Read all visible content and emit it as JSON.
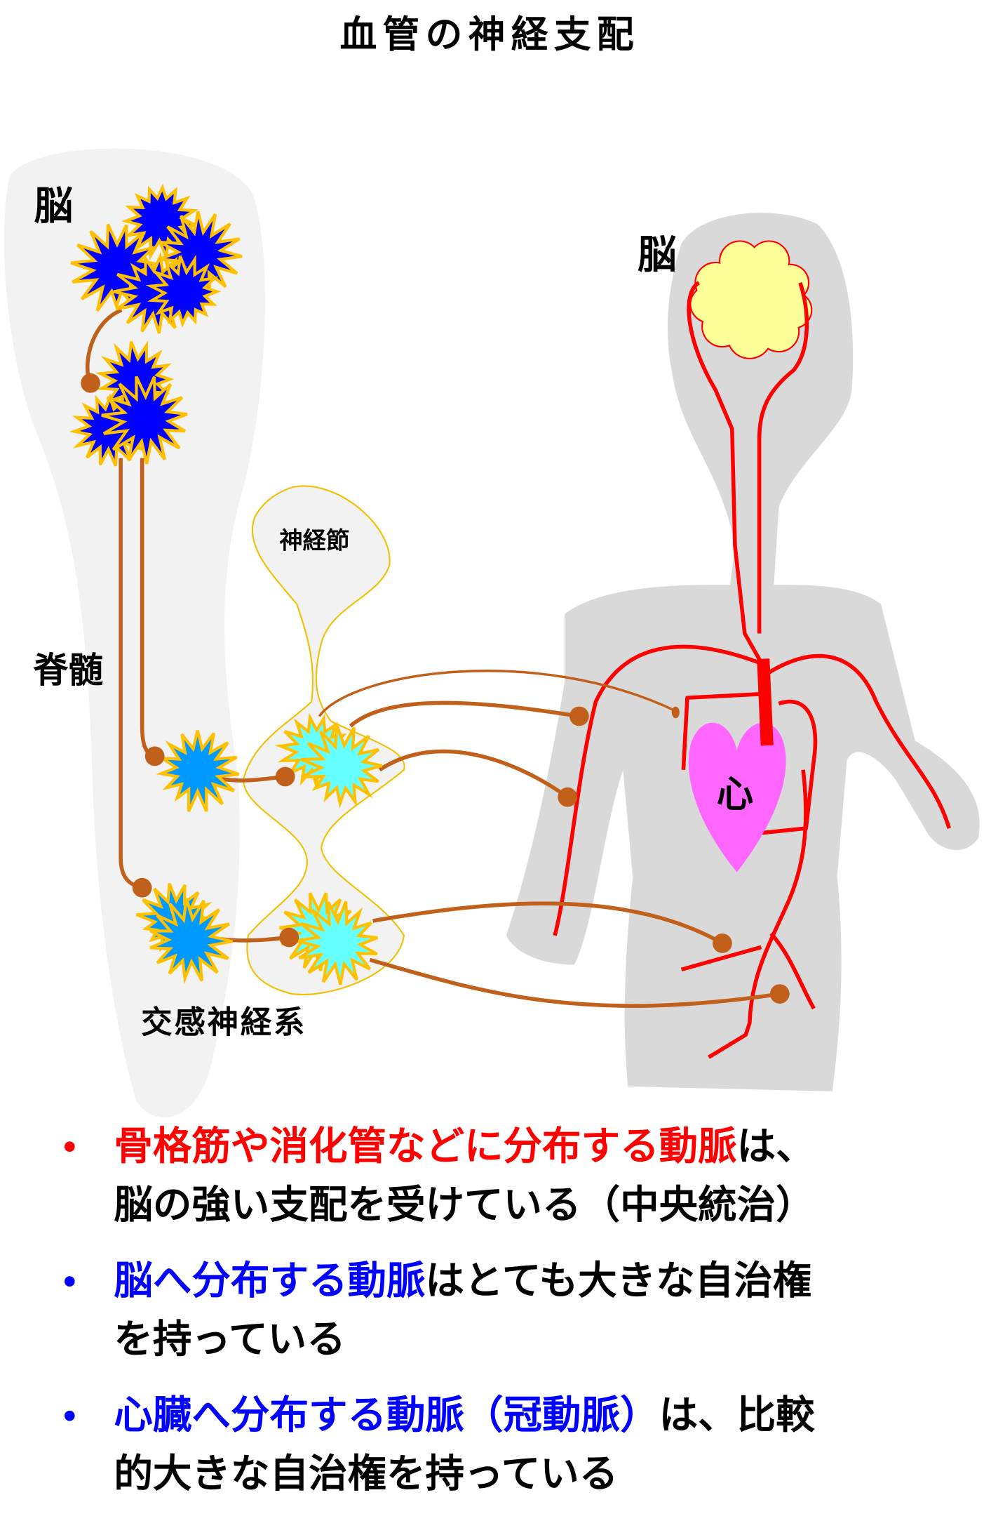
{
  "title": "血管の神経支配",
  "labels": {
    "brain_left": "脳",
    "spinal_cord": "脊髄",
    "ganglion": "神経節",
    "sympathetic": "交感神経系",
    "brain_body": "脳",
    "heart": "心"
  },
  "bullets": [
    {
      "lines": [
        [
          {
            "text": "骨格筋や消化管などに分布する動脈",
            "color": "#ff0000"
          },
          {
            "text": "は、",
            "color": "#000000"
          }
        ],
        [
          {
            "text": "脳の強い支配を受けている（中央統治）",
            "color": "#000000"
          }
        ]
      ]
    },
    {
      "lines": [
        [
          {
            "text": "脳へ分布する動脈",
            "color": "#0000ff"
          },
          {
            "text": "はとても大きな自治権",
            "color": "#000000"
          }
        ],
        [
          {
            "text": "を持っている",
            "color": "#000000"
          }
        ]
      ]
    },
    {
      "lines": [
        [
          {
            "text": "心臓へ分布する動脈（冠動脈）",
            "color": "#0000ff"
          },
          {
            "text": "は、比較",
            "color": "#000000"
          }
        ],
        [
          {
            "text": "的大きな自治権を持っている",
            "color": "#000000"
          }
        ]
      ]
    }
  ],
  "bullet_char": "•",
  "colors": {
    "bullet1": "#ff0000",
    "bullet2": "#0000ff",
    "bullet3": "#0000ff",
    "neuron_cns": "#0000ff",
    "neuron_pre": "#0099ff",
    "neuron_post": "#66ffff",
    "neuron_outline": "#ffc000",
    "nerve": "#c0601a",
    "artery": "#ff0000",
    "heart": "#ff66ff",
    "brain": "#ffff99"
  }
}
